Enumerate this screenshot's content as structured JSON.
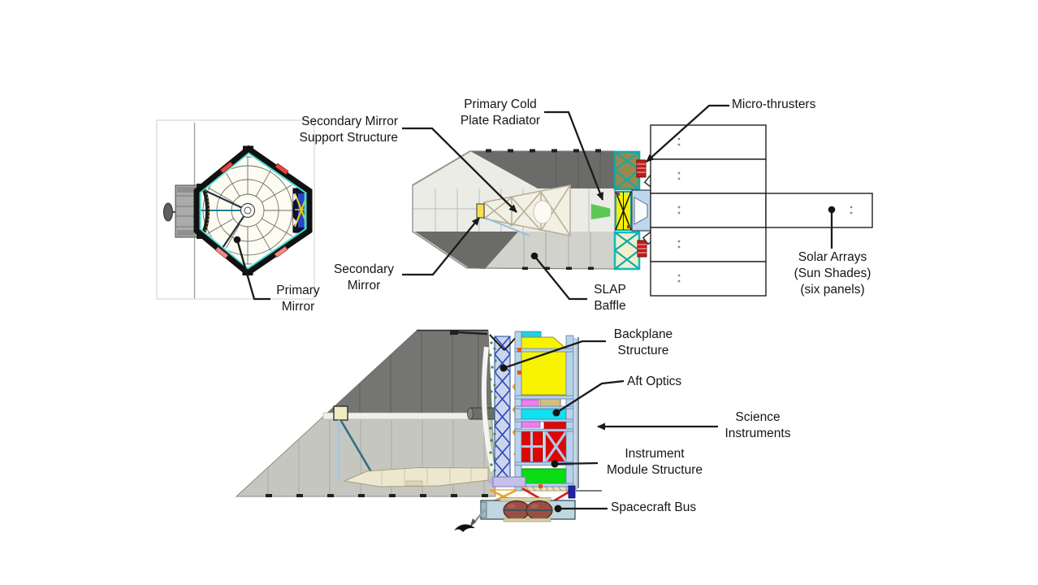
{
  "diagram": {
    "subject": "space telescope observatory concept, three annotated engineering views",
    "views": [
      "front view",
      "side view",
      "cutaway side view"
    ]
  },
  "labels": {
    "secondary_mirror_support": {
      "lines": [
        "Secondary Mirror",
        "Support Structure"
      ]
    },
    "primary_cold_plate_radiator": {
      "lines": [
        "Primary Cold",
        "Plate Radiator"
      ]
    },
    "micro_thrusters": {
      "lines": [
        "Micro-thrusters"
      ]
    },
    "secondary_mirror": {
      "lines": [
        "Secondary",
        "Mirror"
      ]
    },
    "slap_baffle": {
      "lines": [
        "SLAP",
        "Baffle"
      ]
    },
    "solar_arrays": {
      "lines": [
        "Solar Arrays",
        "(Sun Shades)",
        "(six panels)"
      ]
    },
    "primary_mirror": {
      "lines": [
        "Primary",
        "Mirror"
      ]
    },
    "backplane_structure": {
      "lines": [
        "Backplane",
        "Structure"
      ]
    },
    "aft_optics": {
      "lines": [
        "Aft Optics"
      ]
    },
    "science_instruments": {
      "lines": [
        "Science",
        "Instruments"
      ]
    },
    "instrument_module_structure": {
      "lines": [
        "Instrument",
        "Module Structure"
      ]
    },
    "spacecraft_bus": {
      "lines": [
        "Spacecraft Bus"
      ]
    }
  },
  "colors": {
    "background": "#ffffff",
    "leader_line": "#1a1a1a",
    "barrel_dark_gray": "#6b6b69",
    "barrel_light_gray": "#ececE7",
    "barrel_bottom_gray": "#d2d2cd",
    "baffle_dark_gray": "#757573",
    "baffle_light_gray": "#c6c6c1",
    "hexagon_border": "#111111",
    "hexagon_inner_teal": "#49dcd4",
    "truss_teal": "#12a9a9",
    "truss_brown_fill": "#99894f",
    "truss_cream_fill": "#f3eecb",
    "thruster_red": "#c41c1c",
    "radiator_green": "#5bc856",
    "aft_yellow": "#f7ef00",
    "bus_powder_blue": "#bdd7ee",
    "instrument_yellow": "#f8f300",
    "instrument_cyan": "#12dff0",
    "instrument_magenta": "#f07ef0",
    "instrument_red": "#df0606",
    "instrument_green": "#0adc14",
    "instrument_frame_blue": "#b9d2ea",
    "backplane_truss_blue": "#2a4ac2",
    "orange_truss": "#e8a229",
    "tank_maroon": "#9a4f45",
    "bus_steel_blue": "#bfd8df"
  }
}
